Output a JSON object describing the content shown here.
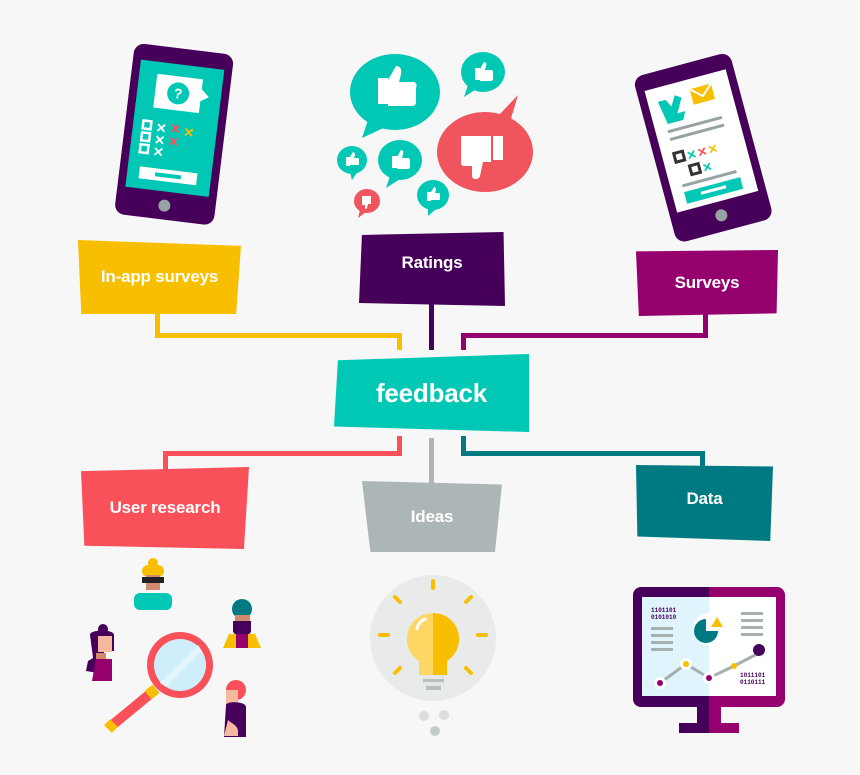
{
  "center": {
    "label": "feedback",
    "color": "#00c8b4"
  },
  "nodes": {
    "in_app_surveys": {
      "label": "In-app surveys",
      "color": "#f8be00"
    },
    "ratings": {
      "label": "Ratings",
      "color": "#46005a"
    },
    "surveys": {
      "label": "Surveys",
      "color": "#96006e"
    },
    "user_research": {
      "label": "User research",
      "color": "#fa505a"
    },
    "ideas": {
      "label": "Ideas",
      "color": "#adb6b6"
    },
    "data": {
      "label": "Data",
      "color": "#007a82"
    }
  },
  "illustrations": {
    "in_app_phone": {
      "icon": "phone-question-icon",
      "button_text": ""
    },
    "ratings_bubbles": {
      "icon": "thumbs-speech-bubbles-icon"
    },
    "survey_phone": {
      "icon": "phone-survey-icon"
    },
    "user_research_people": {
      "icon": "magnifier-people-icon"
    },
    "idea_bulb": {
      "icon": "lightbulb-icon"
    },
    "data_monitor": {
      "icon": "monitor-chart-icon",
      "binary_top": [
        "1101101",
        "0101010"
      ],
      "binary_bottom": [
        "1011101",
        "0110111"
      ]
    }
  }
}
